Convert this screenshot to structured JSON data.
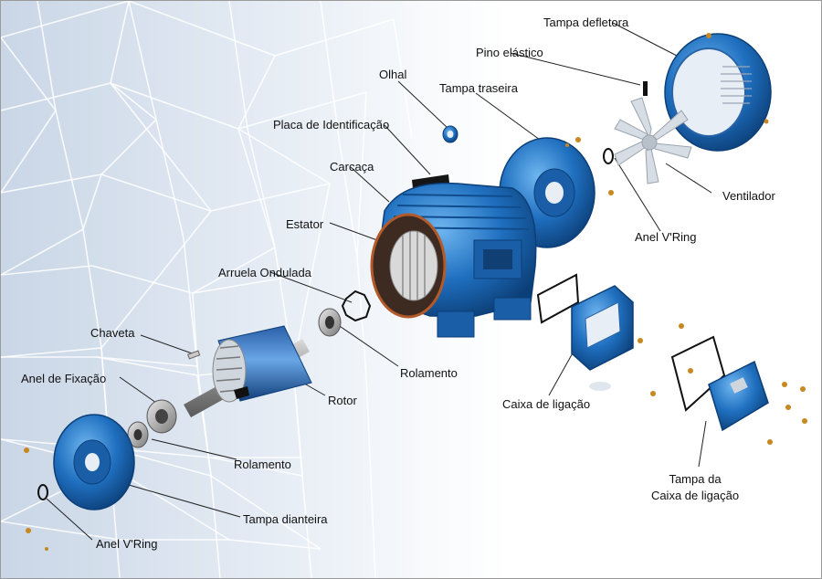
{
  "labels": {
    "tampa_defletora": "Tampa defletora",
    "pino_elastico": "Pino elástico",
    "olhal": "Olhal",
    "tampa_traseira": "Tampa traseira",
    "placa_identificacao": "Placa de Identificação",
    "carcaca": "Carcaça",
    "estator": "Estator",
    "ventilador": "Ventilador",
    "anel_vring_traseiro": "Anel V'Ring",
    "arruela_ondulada": "Arruela Ondulada",
    "chaveta": "Chaveta",
    "rolamento_traseiro": "Rolamento",
    "anel_fixacao": "Anel de Fixação",
    "rotor": "Rotor",
    "caixa_ligacao": "Caixa de ligação",
    "rolamento_dianteiro": "Rolamento",
    "tampa_caixa_line1": "Tampa da",
    "tampa_caixa_line2": "Caixa de ligação",
    "tampa_dianteira": "Tampa dianteira",
    "anel_vring_dianteiro": "Anel V'Ring"
  },
  "colors": {
    "part_blue": "#1f6fbf",
    "part_dark": "#0f4d8f",
    "part_light": "#5aa6e8",
    "leader": "#222222",
    "gasket": "#111111",
    "bolt": "#c8871f"
  }
}
